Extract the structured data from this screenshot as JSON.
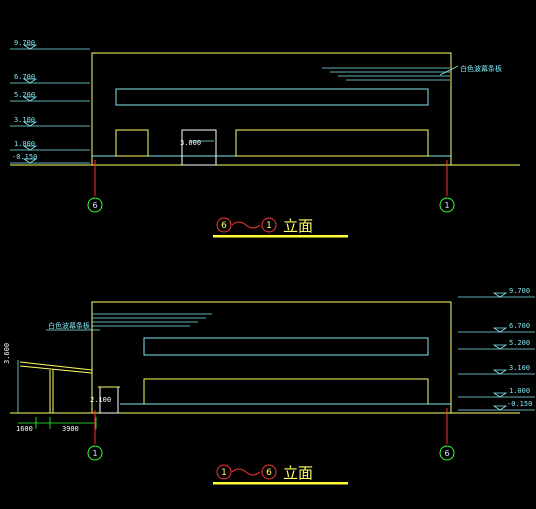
{
  "top_elevation": {
    "levels": [
      "9.700",
      "6.700",
      "5.200",
      "3.100",
      "1.000",
      "-0.150"
    ],
    "door_level": "3.000",
    "material_note": "白色波幕条板",
    "axis_left": "6",
    "axis_right": "1",
    "title_from": "6",
    "title_to": "1",
    "title_text": "立面"
  },
  "bottom_elevation": {
    "levels": [
      "9.700",
      "6.700",
      "5.200",
      "3.100",
      "1.000",
      "-0.150"
    ],
    "canopy_height": "3.600",
    "door_level": "2.100",
    "material_note": "白色波幕条板",
    "dims": [
      "1600",
      "3900"
    ],
    "axis_left": "1",
    "axis_right": "6",
    "title_from": "1",
    "title_to": "6",
    "title_text": "立面"
  },
  "colors": {
    "background": "#000000",
    "outline": "#ffff66",
    "cyan": "#7fe8f0",
    "red": "#ff3333",
    "white": "#ffffff",
    "green": "#33ff33"
  }
}
